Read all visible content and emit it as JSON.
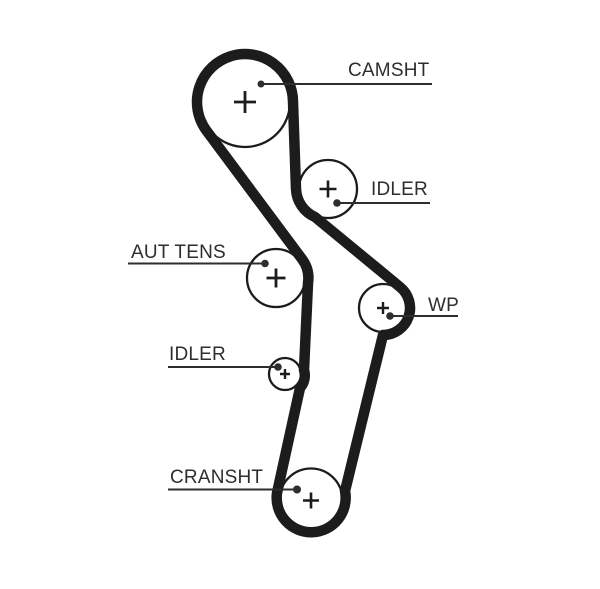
{
  "diagram": {
    "kind": "timing-belt-routing-diagram",
    "background_color": "#ffffff",
    "belt_color": "#1c1c1c",
    "outline_color": "#1c1c1c",
    "label_color": "#2e2e2e",
    "center_marker": "+",
    "labels": [
      {
        "text": "CAMSHT",
        "target": "camshaft-pulley"
      },
      {
        "text": "IDLER",
        "target": "upper-idler-pulley"
      },
      {
        "text": "AUT TENS",
        "target": "automatic-tensioner-pulley"
      },
      {
        "text": "WP",
        "target": "water-pump-pulley"
      },
      {
        "text": "IDLER",
        "target": "lower-idler-pulley"
      },
      {
        "text": "CRANSHT",
        "target": "crankshaft-pulley"
      }
    ]
  }
}
